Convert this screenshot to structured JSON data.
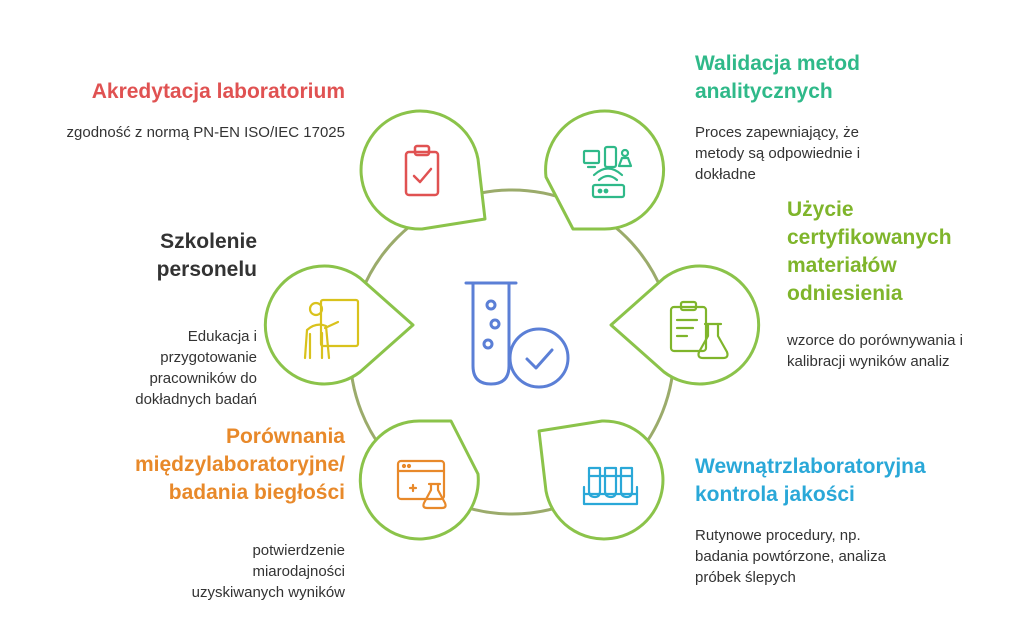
{
  "colors": {
    "green": "#8bc34a",
    "ring": "#7a8f3a",
    "red": "#e05252",
    "teal": "#2fb989",
    "olive": "#7fb52b",
    "orange": "#e8892a",
    "blue": "#2aa8d8",
    "yellow": "#d9c21c",
    "dark": "#333333",
    "center_blue": "#5b7fd6"
  },
  "center": {
    "icon": "test-tube-check-icon"
  },
  "items": [
    {
      "id": "akredytacja",
      "title": "Akredytacja laboratorium",
      "desc": "zgodność z normą PN-EN ISO/IEC 17025",
      "icon": "clipboard-check-icon",
      "color": "#e05252"
    },
    {
      "id": "walidacja",
      "title": "Walidacja metod analitycznych",
      "desc": "Proces zapewniający, że metody są odpowiednie i dokładne",
      "icon": "devices-router-icon",
      "color": "#2fb989"
    },
    {
      "id": "szkolenie",
      "title": "Szkolenie personelu",
      "desc": "Edukacja i przygotowanie pracowników do dokładnych badań",
      "icon": "teacher-board-icon",
      "color": "#d9c21c"
    },
    {
      "id": "certyfikowane",
      "title": "Użycie certyfikowanych materiałów odniesienia",
      "desc": "wzorce do porównywania i kalibracji wyników analiz",
      "icon": "clipboard-flask-icon",
      "color": "#7fb52b"
    },
    {
      "id": "porownania",
      "title": "Porównania międzylaboratoryjne/ badania biegłości",
      "desc": "potwierdzenie miarodajności uzyskiwanych wyników",
      "icon": "browser-flask-icon",
      "color": "#e8892a"
    },
    {
      "id": "wewnatrz",
      "title": "Wewnątrzlaboratoryjna kontrola jakości",
      "desc": "Rutynowe procedury, np. badania powtórzone, analiza próbek ślepych",
      "icon": "test-tubes-rack-icon",
      "color": "#2aa8d8"
    }
  ]
}
